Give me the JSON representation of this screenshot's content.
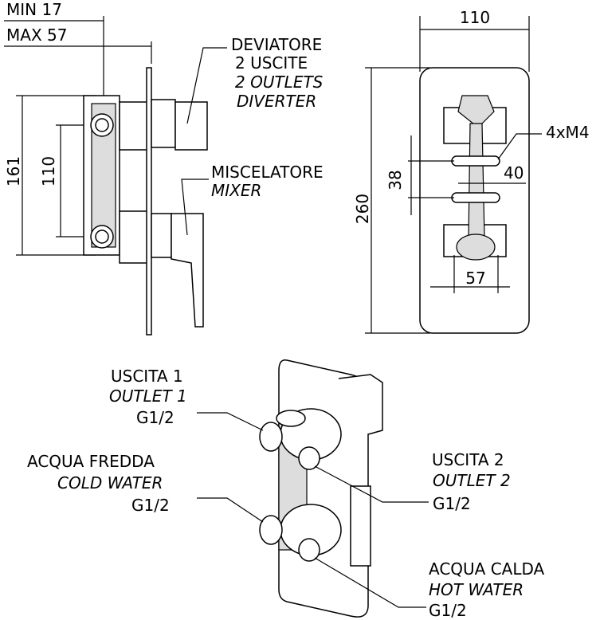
{
  "side_view": {
    "min_label": "MIN 17",
    "max_label": "MAX 57",
    "height_dim": "161",
    "spacing_dim": "110",
    "diverter": {
      "line1": "DEVIATORE",
      "line2": "2 USCITE",
      "line3": "2 OUTLETS",
      "line4": "DIVERTER"
    },
    "mixer": {
      "line1": "MISCELATORE",
      "line2": "MIXER"
    }
  },
  "front_view": {
    "width_dim": "110",
    "height_dim": "260",
    "screws": "4xM4",
    "dim_40": "40",
    "dim_38": "38",
    "dim_57": "57"
  },
  "iso_view": {
    "outlet1": {
      "line1": "USCITA 1",
      "line2": "OUTLET 1",
      "line3": "G1/2"
    },
    "cold": {
      "line1": "ACQUA FREDDA",
      "line2": "COLD WATER",
      "line3": "G1/2"
    },
    "outlet2": {
      "line1": "USCITA 2",
      "line2": "OUTLET 2",
      "line3": "G1/2"
    },
    "hot": {
      "line1": "ACQUA CALDA",
      "line2": "HOT WATER",
      "line3": "G1/2"
    }
  }
}
